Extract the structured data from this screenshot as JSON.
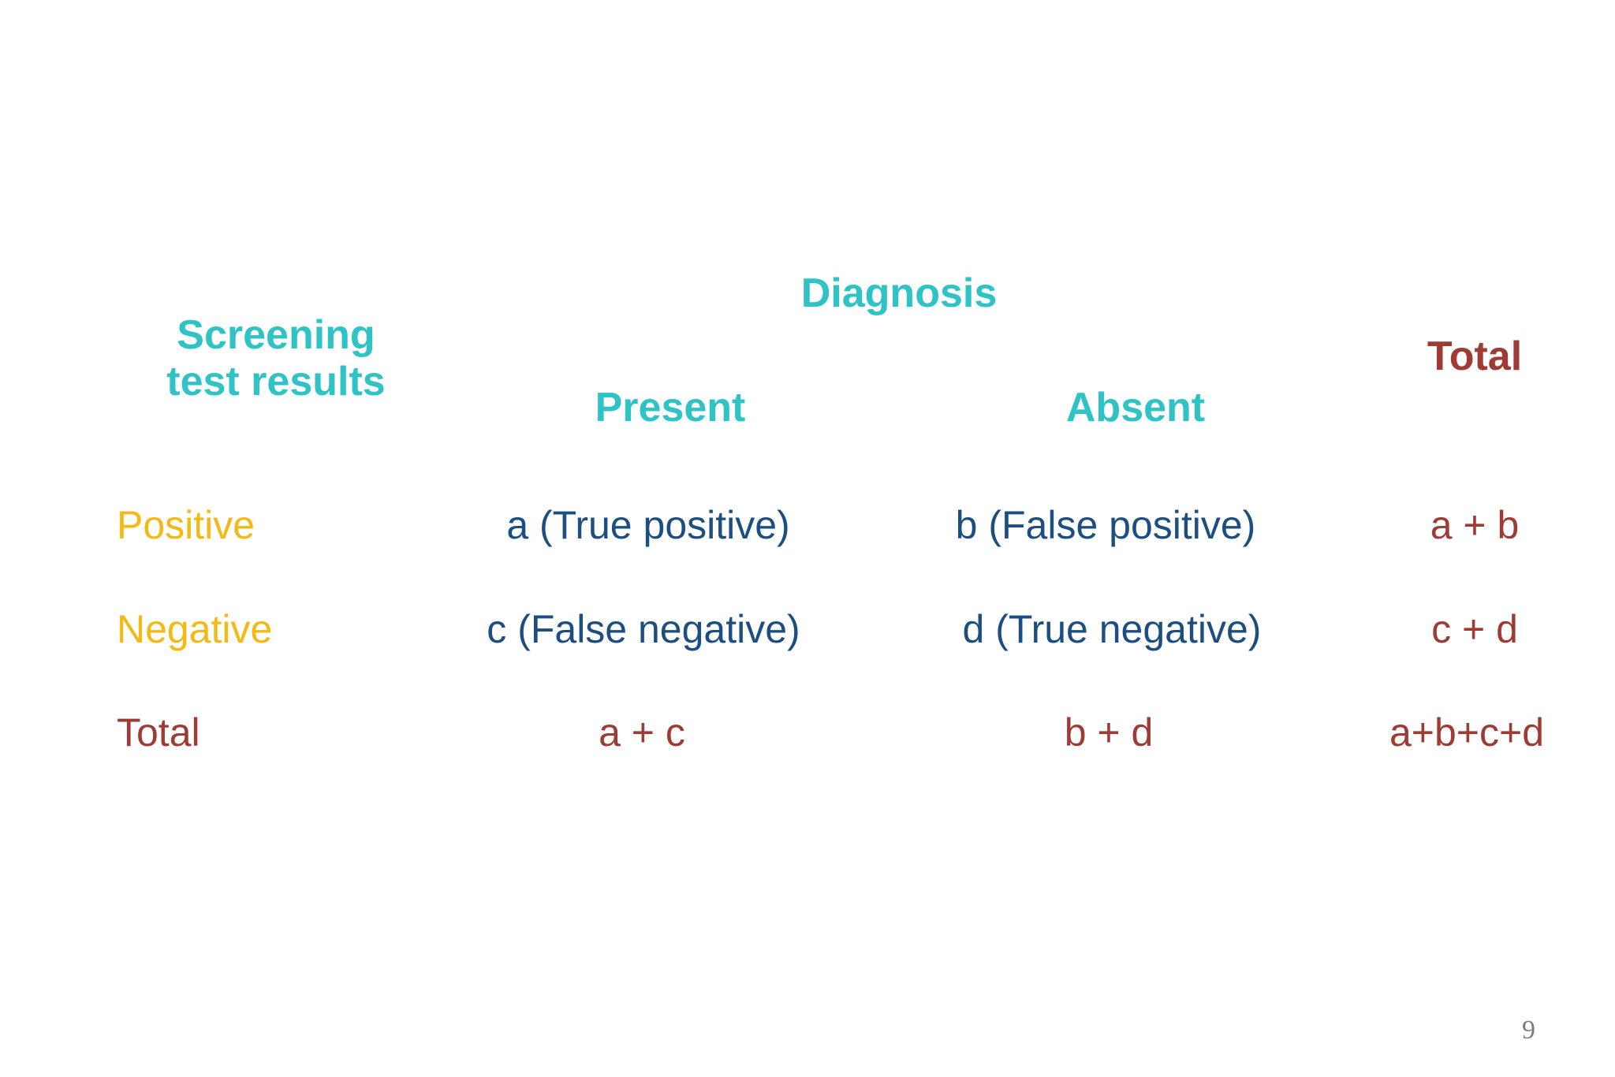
{
  "slide": {
    "page_number": "9",
    "colors": {
      "teal": "#2FC3C6",
      "amber": "#F5B915",
      "navy": "#1D4E82",
      "dark_red": "#9E3B35",
      "page_number_gray": "#7C7C7C",
      "background": "#FFFFFF"
    }
  },
  "table": {
    "corner_header": {
      "line1": "Screening",
      "line2": "test results"
    },
    "group_header": "Diagnosis",
    "column_headers": [
      "Present",
      "Absent"
    ],
    "total_column_header": "Total",
    "rows": [
      {
        "label": "Positive",
        "present": "a (True positive)",
        "absent": "b (False positive)",
        "total": "a + b"
      },
      {
        "label": "Negative",
        "present": "c (False negative)",
        "absent": "d (True negative)",
        "total": "c + d"
      },
      {
        "label": "Total",
        "present": "a + c",
        "absent": "b + d",
        "total": "a+b+c+d"
      }
    ]
  },
  "chart_data": {
    "type": "table",
    "title": "Screening test results vs Diagnosis (2x2 contingency table)",
    "row_header": "Screening test results",
    "column_group_header": "Diagnosis",
    "columns": [
      "Present",
      "Absent",
      "Total"
    ],
    "rows": [
      "Positive",
      "Negative",
      "Total"
    ],
    "cells": [
      [
        "a (True positive)",
        "b (False positive)",
        "a + b"
      ],
      [
        "c (False negative)",
        "d (True negative)",
        "c + d"
      ],
      [
        "a + c",
        "b + d",
        "a+b+c+d"
      ]
    ],
    "grid": false,
    "legend": "none"
  }
}
